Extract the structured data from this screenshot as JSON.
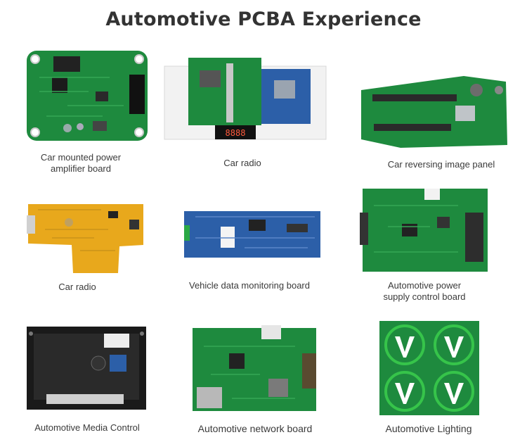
{
  "page": {
    "title": "Automotive PCBA Experience"
  },
  "items": [
    {
      "caption": "Car mounted power\n amplifier board",
      "image": "car-mounted-power-amplifier-board"
    },
    {
      "caption": "Car radio",
      "image": "car-radio-board-with-display"
    },
    {
      "caption": "Car reversing image panel",
      "image": "car-reversing-image-panel"
    },
    {
      "caption": "Car radio",
      "image": "car-radio-yellow-board"
    },
    {
      "caption": "Vehicle data monitoring board",
      "image": "vehicle-data-monitoring-board"
    },
    {
      "caption": "Automotive power\nsupply control board",
      "image": "automotive-power-supply-control-board"
    },
    {
      "caption": "Automotive Media Control",
      "image": "automotive-media-control-board"
    },
    {
      "caption": "Automotive network board",
      "image": "automotive-network-board"
    },
    {
      "caption": "Automotive Lighting",
      "image": "automotive-lighting-board"
    }
  ],
  "colors": {
    "title": "#333333",
    "pcb_green": "#1e8a3e",
    "pcb_yellow": "#e8a81c",
    "pcb_blue": "#2c5fa8",
    "pcb_black": "#1a1a1a",
    "led_green": "#36c44a"
  }
}
